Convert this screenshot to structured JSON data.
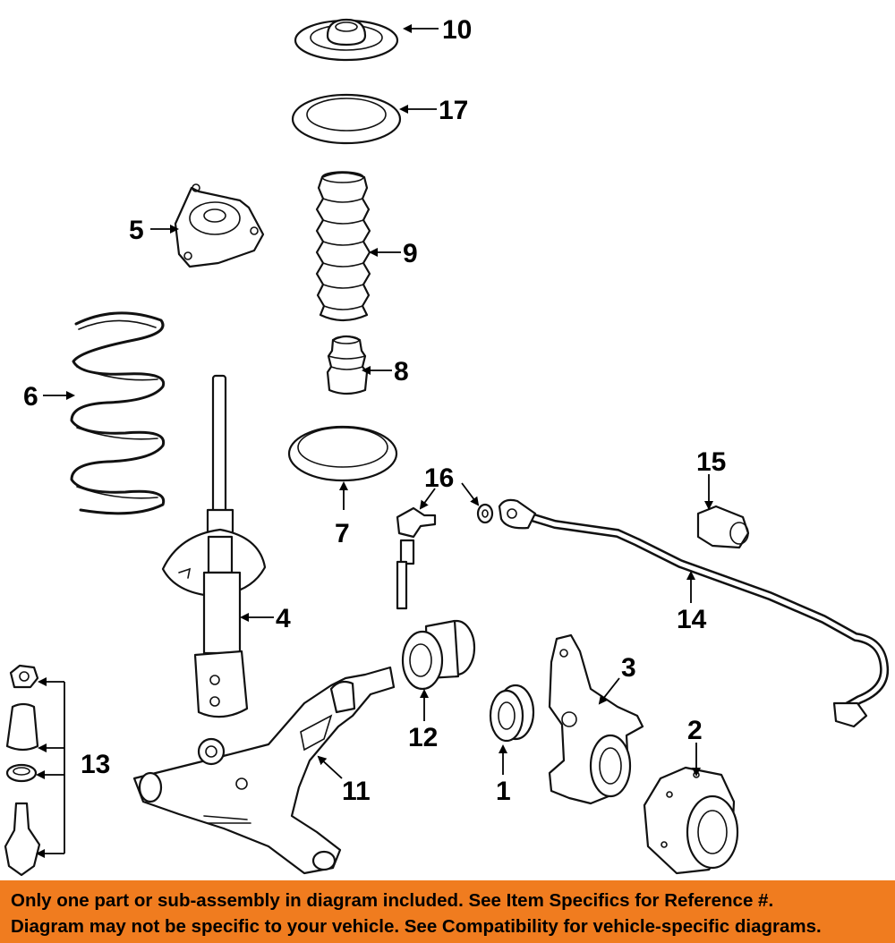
{
  "callouts": {
    "c1": "1",
    "c2": "2",
    "c3": "3",
    "c4": "4",
    "c5": "5",
    "c6": "6",
    "c7": "7",
    "c8": "8",
    "c9": "9",
    "c10": "10",
    "c11": "11",
    "c12": "12",
    "c13": "13",
    "c14": "14",
    "c15": "15",
    "c16": "16",
    "c17": "17"
  },
  "notice": {
    "line1": "Only one part or sub-assembly in diagram included. See Item Specifics for Reference #.",
    "line2": "Diagram may not be specific to your vehicle. See Compatibility for vehicle-specific diagrams."
  },
  "colors": {
    "banner": "#f07c1f",
    "line": "#111111",
    "background": "#ffffff"
  }
}
